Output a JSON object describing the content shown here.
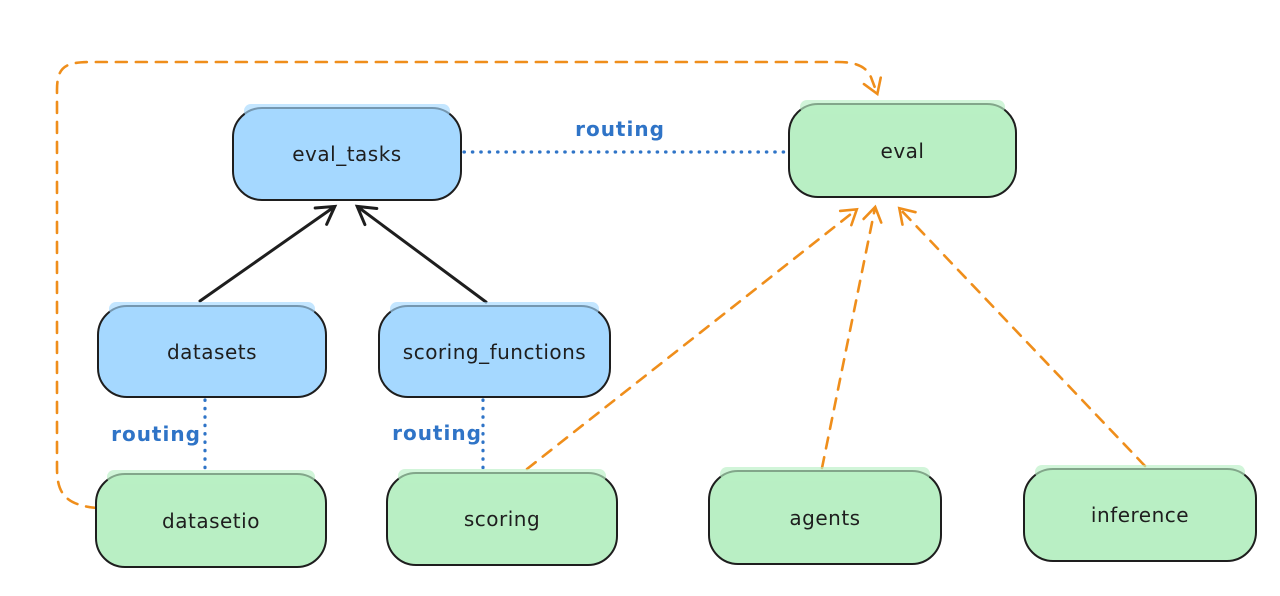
{
  "diagram": {
    "title": "",
    "colors": {
      "registry_fill": "#a5d8ff",
      "api_fill": "#b9efc4",
      "stroke": "#1e1e1e",
      "routing_blue": "#2f74c7",
      "provider_orange": "#ef8e1b"
    },
    "nodes": [
      {
        "id": "eval_tasks",
        "label": "eval_tasks",
        "kind": "registry"
      },
      {
        "id": "eval",
        "label": "eval",
        "kind": "api"
      },
      {
        "id": "datasets",
        "label": "datasets",
        "kind": "registry"
      },
      {
        "id": "scoring_functions",
        "label": "scoring_functions",
        "kind": "registry"
      },
      {
        "id": "datasetio",
        "label": "datasetio",
        "kind": "api"
      },
      {
        "id": "scoring",
        "label": "scoring",
        "kind": "api"
      },
      {
        "id": "agents",
        "label": "agents",
        "kind": "api"
      },
      {
        "id": "inference",
        "label": "inference",
        "kind": "api"
      }
    ],
    "edges": [
      {
        "from": "datasets",
        "to": "eval_tasks",
        "type": "solid",
        "label": ""
      },
      {
        "from": "scoring_functions",
        "to": "eval_tasks",
        "type": "solid",
        "label": ""
      },
      {
        "from": "eval_tasks",
        "to": "eval",
        "type": "dotted",
        "label": "routing"
      },
      {
        "from": "datasets",
        "to": "datasetio",
        "type": "dotted",
        "label": "routing"
      },
      {
        "from": "scoring_functions",
        "to": "scoring",
        "type": "dotted",
        "label": "routing"
      },
      {
        "from": "datasetio",
        "to": "eval",
        "type": "dashed",
        "label": ""
      },
      {
        "from": "scoring",
        "to": "eval",
        "type": "dashed",
        "label": ""
      },
      {
        "from": "agents",
        "to": "eval",
        "type": "dashed",
        "label": ""
      },
      {
        "from": "inference",
        "to": "eval",
        "type": "dashed",
        "label": ""
      }
    ]
  }
}
